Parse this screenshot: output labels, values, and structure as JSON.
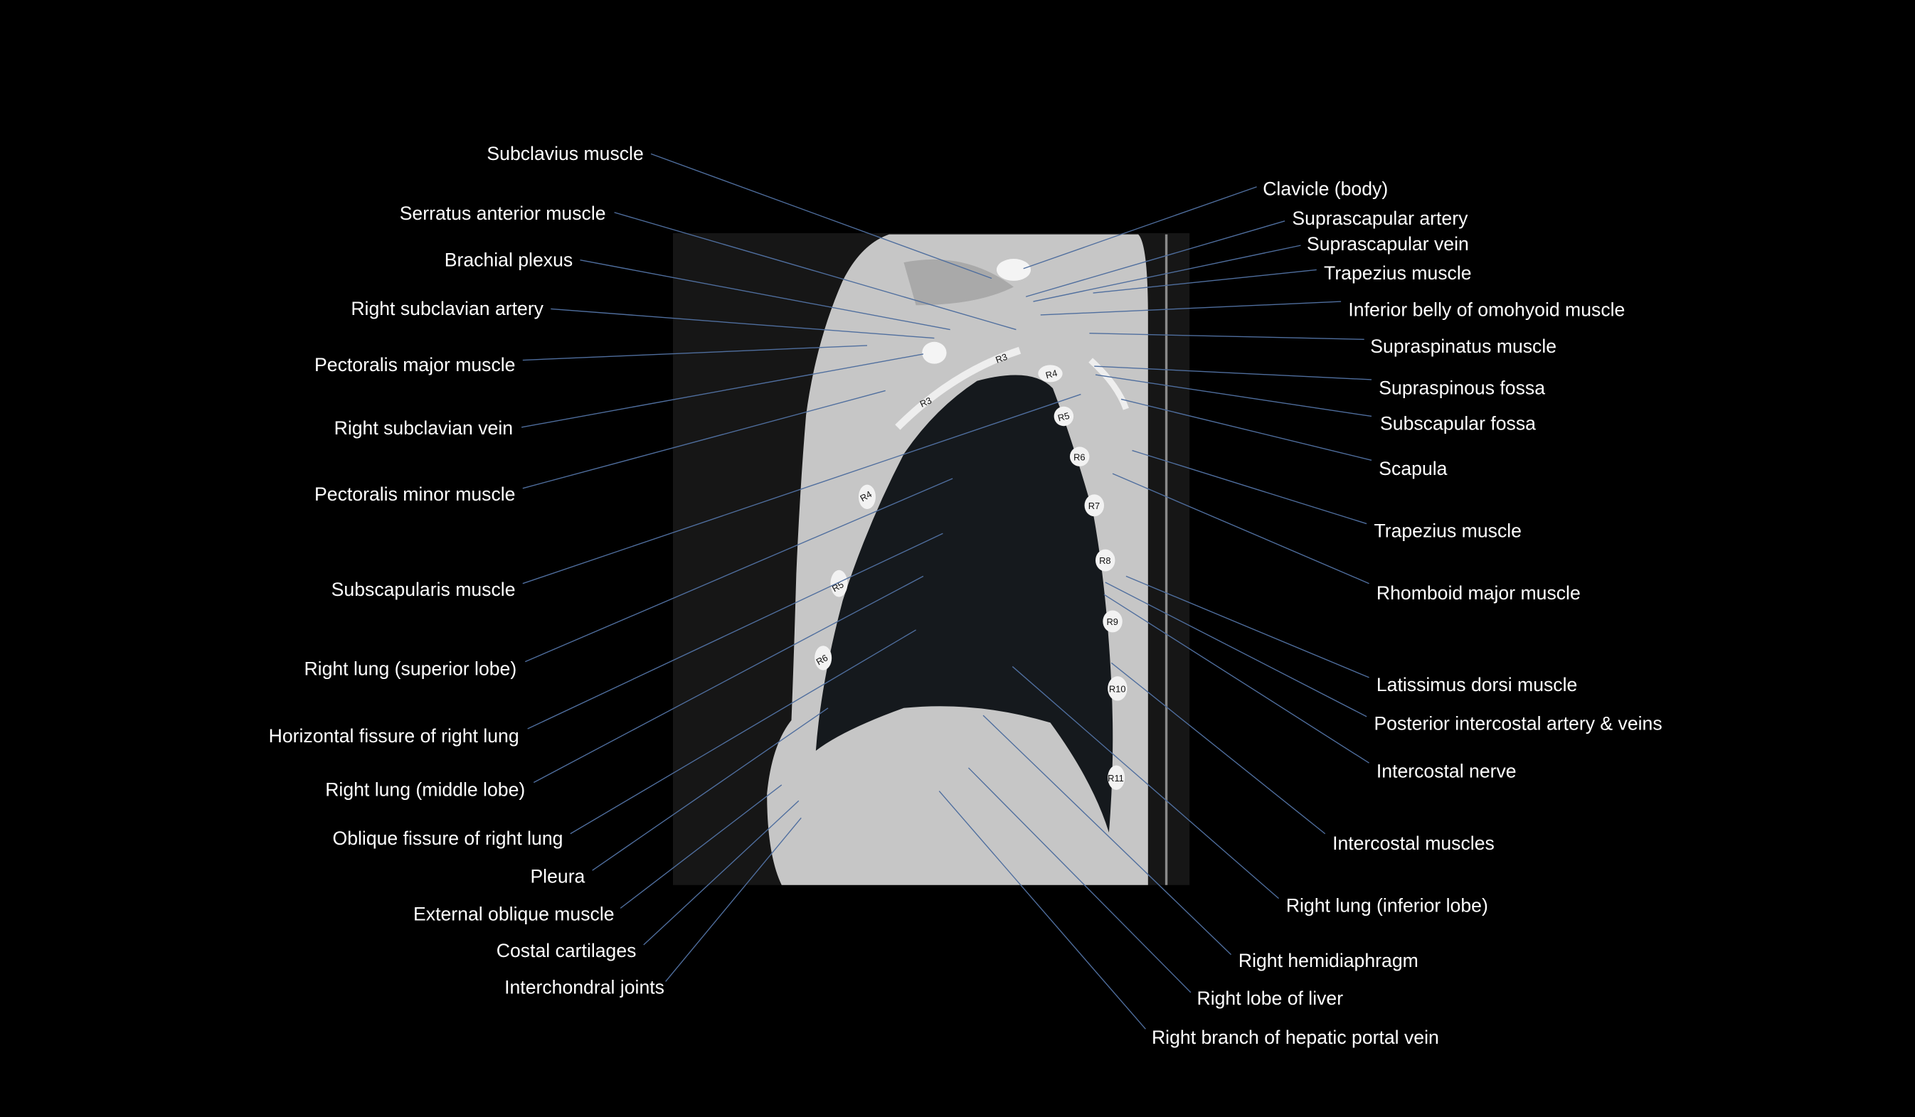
{
  "colors": {
    "background": "#000000",
    "label_text": "#ffffff",
    "leader_line": "#4f6e9e",
    "soft_tissue": "#c9c9c9",
    "lung": "#15191d",
    "bone": "#f4f4f4"
  },
  "left_labels": [
    "Subclavius muscle",
    "Serratus anterior muscle",
    "Brachial plexus",
    "Right subclavian artery",
    "Pectoralis major muscle",
    "Right subclavian vein",
    "Pectoralis minor muscle",
    "Subscapularis muscle",
    "Right lung (superior lobe)",
    "Horizontal fissure of right lung",
    "Right lung (middle lobe)",
    "Oblique fissure of right lung",
    "Pleura",
    "External oblique muscle",
    "Costal cartilages",
    "Interchondral joints"
  ],
  "right_labels": [
    "Clavicle (body)",
    "Suprascapular artery",
    "Suprascapular vein",
    "Trapezius muscle",
    "Inferior belly of omohyoid muscle",
    "Supraspinatus muscle",
    "Supraspinous fossa",
    "Subscapular fossa",
    "Scapula",
    "Trapezius muscle",
    "Rhomboid major muscle",
    "Latissimus dorsi muscle",
    "Posterior intercostal artery & veins",
    "Intercostal nerve",
    "Intercostal muscles",
    "Right lung (inferior lobe)",
    "Right hemidiaphragm",
    "Right lobe of liver",
    "Right branch of hepatic portal vein"
  ],
  "rib_labels": [
    "R3",
    "R4",
    "R3",
    "R5",
    "R6",
    "R4",
    "R7",
    "R8",
    "R5",
    "R9",
    "R6",
    "R10",
    "R11"
  ]
}
